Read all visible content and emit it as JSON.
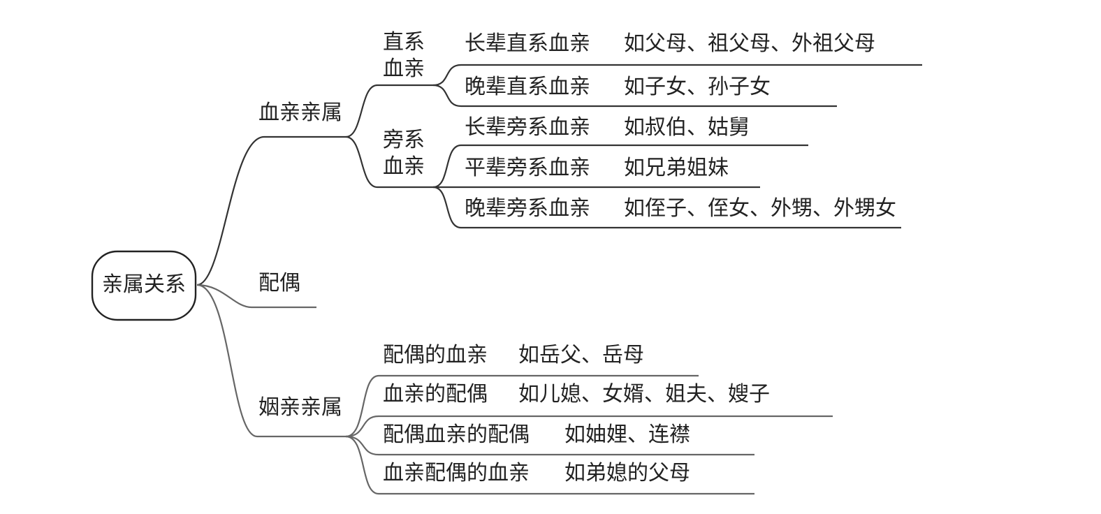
{
  "root": {
    "label": "亲属关系"
  },
  "branches": {
    "blood": {
      "label": "血亲亲属",
      "lineal": {
        "label_line1": "直系",
        "label_line2": "血亲",
        "items": [
          {
            "label": "长辈直系血亲",
            "example": "如父母、祖父母、外祖父母"
          },
          {
            "label": "晚辈直系血亲",
            "example": "如子女、孙子女"
          }
        ]
      },
      "collateral": {
        "label_line1": "旁系",
        "label_line2": "血亲",
        "items": [
          {
            "label": "长辈旁系血亲",
            "example": "如叔伯、姑舅"
          },
          {
            "label": "平辈旁系血亲",
            "example": "如兄弟姐妹"
          },
          {
            "label": "晚辈旁系血亲",
            "example": "如侄子、侄女、外甥、外甥女"
          }
        ]
      }
    },
    "spouse": {
      "label": "配偶"
    },
    "affinity": {
      "label": "姻亲亲属",
      "items": [
        {
          "label": "配偶的血亲",
          "example": "如岳父、岳母"
        },
        {
          "label": "血亲的配偶",
          "example": "如儿媳、女婿、姐夫、嫂子"
        },
        {
          "label": "配偶血亲的配偶",
          "example": "如妯娌、连襟"
        },
        {
          "label": "血亲配偶的血亲",
          "example": "如弟媳的父母"
        }
      ]
    }
  }
}
